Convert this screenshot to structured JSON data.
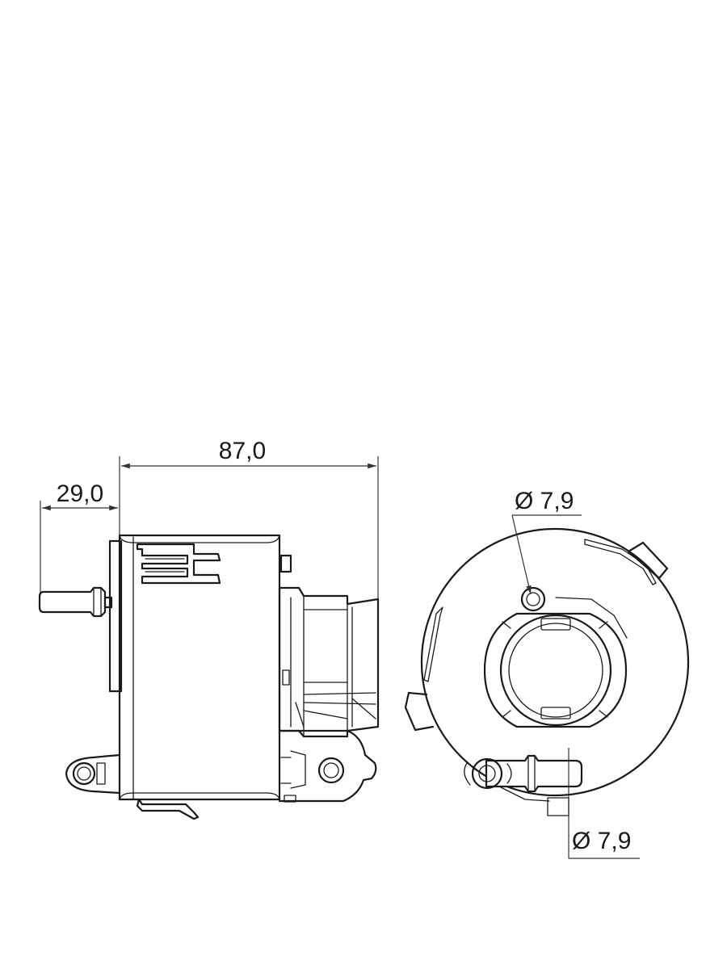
{
  "dimensions": {
    "overall_length": "87,0",
    "nozzle_length": "29,0",
    "top_port_diameter": "Ø 7,9",
    "side_port_diameter": "Ø 7,9"
  },
  "colors": {
    "line": "#1a1a1a",
    "background": "#ffffff"
  }
}
